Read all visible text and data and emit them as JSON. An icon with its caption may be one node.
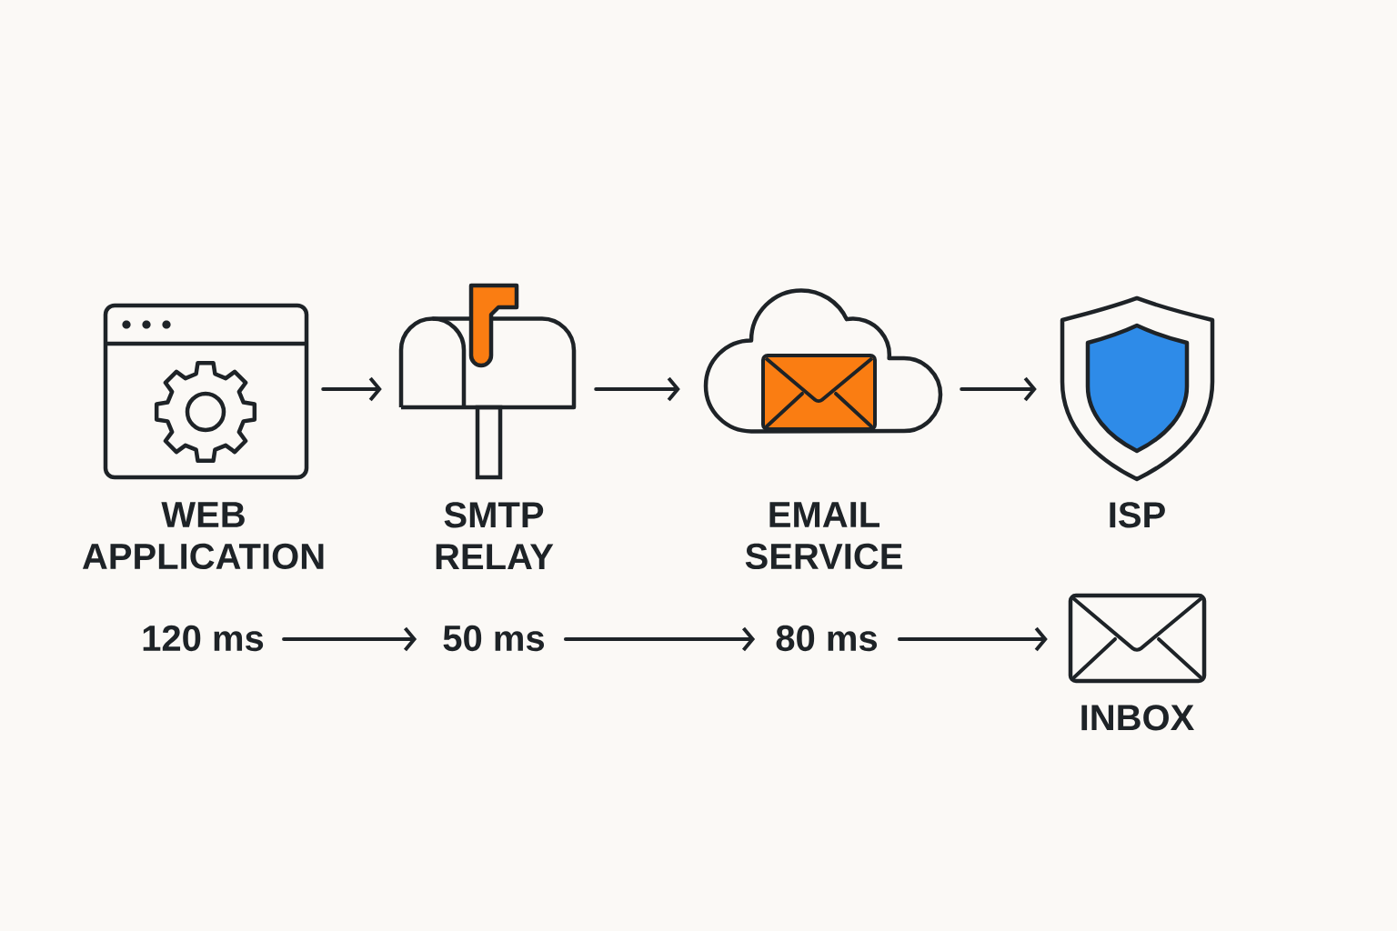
{
  "diagram": {
    "nodes": [
      {
        "text": [
          "WEB APPLICATION"
        ]
      },
      {
        "text": [
          "SMTP RELAY"
        ]
      },
      {
        "text": [
          "EMAIL SERVICE"
        ]
      },
      {
        "text": [
          "ISP"
        ]
      },
      {
        "text": [
          "120 ms"
        ]
      },
      {
        "text": [
          "50 ms"
        ]
      },
      {
        "text": [
          "80 ms"
        ]
      },
      {
        "text": [
          "INBOX"
        ]
      }
    ],
    "edges": [
      {
        "from": 0,
        "to": 1,
        "arrow": "to"
      },
      {
        "from": 1,
        "to": 2,
        "arrow": "to"
      },
      {
        "from": 2,
        "to": 3,
        "arrow": "to"
      },
      {
        "from": 4,
        "to": 5,
        "arrow": "to"
      },
      {
        "from": 5,
        "to": 6,
        "arrow": "to"
      },
      {
        "from": 6,
        "to": 7,
        "arrow": "to"
      }
    ]
  }
}
